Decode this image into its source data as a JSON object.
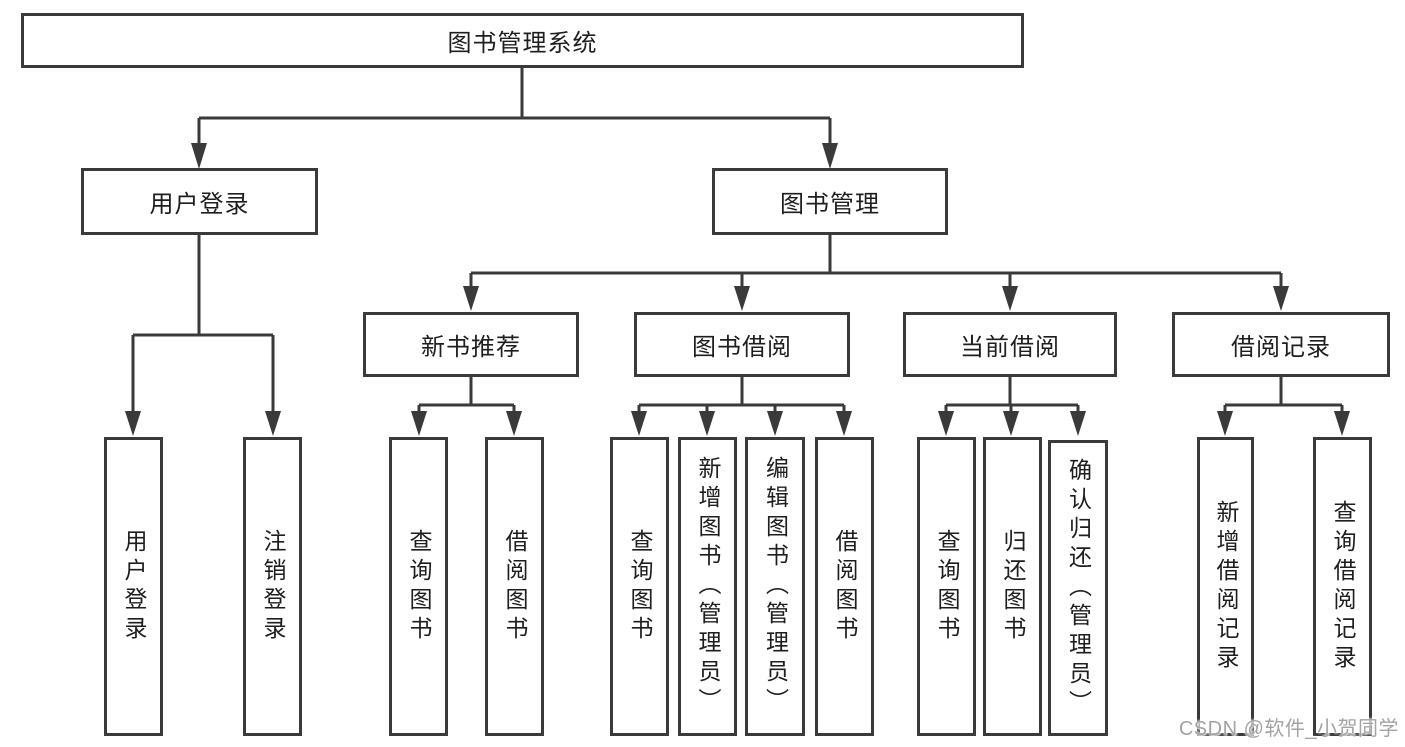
{
  "tree": {
    "label": "图书管理系统",
    "children": [
      {
        "label": "用户登录",
        "children": [
          {
            "label": "用户登录"
          },
          {
            "label": "注销登录"
          }
        ]
      },
      {
        "label": "图书管理",
        "children": [
          {
            "label": "新书推荐",
            "children": [
              {
                "label": "查询图书"
              },
              {
                "label": "借阅图书"
              }
            ]
          },
          {
            "label": "图书借阅",
            "children": [
              {
                "label": "查询图书"
              },
              {
                "label": "新增图书（管理员）"
              },
              {
                "label": "编辑图书（管理员）"
              },
              {
                "label": "借阅图书"
              }
            ]
          },
          {
            "label": "当前借阅",
            "children": [
              {
                "label": "查询图书"
              },
              {
                "label": "归还图书"
              },
              {
                "label": "确认归还（管理员）"
              }
            ]
          },
          {
            "label": "借阅记录",
            "children": [
              {
                "label": "新增借阅记录"
              },
              {
                "label": "查询借阅记录"
              }
            ]
          }
        ]
      }
    ]
  },
  "watermark": {
    "text": "CSDN @软件_小贺同学"
  },
  "colors": {
    "line": "#3a3a3a",
    "text": "#1e1e1e",
    "node_background": "#ffffff",
    "page_background": "#ffffff",
    "watermark": "#a3a3a3"
  }
}
